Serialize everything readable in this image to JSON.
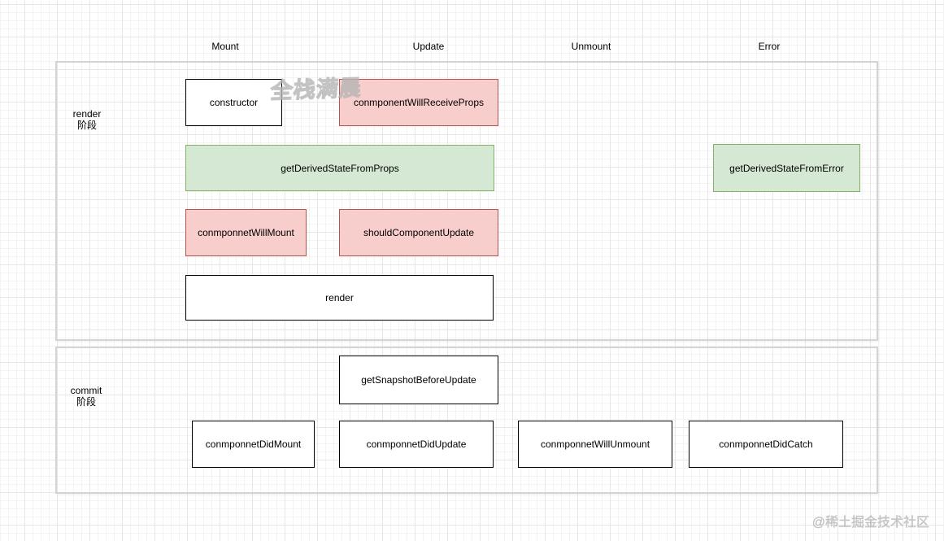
{
  "columns": [
    {
      "label": "Mount"
    },
    {
      "label": "Update"
    },
    {
      "label": "Unmount"
    },
    {
      "label": "Error"
    }
  ],
  "phases": {
    "render": {
      "line1": "render",
      "line2": "阶段"
    },
    "commit": {
      "line1": "commit",
      "line2": "阶段"
    }
  },
  "boxes": [
    {
      "label": "constructor",
      "style": "white"
    },
    {
      "label": "conmponentWillReceiveProps",
      "style": "red"
    },
    {
      "label": "getDerivedStateFromProps",
      "style": "green"
    },
    {
      "label": "getDerivedStateFromError",
      "style": "green"
    },
    {
      "label": "conmponnetWillMount",
      "style": "red"
    },
    {
      "label": "shouldComponentUpdate",
      "style": "red"
    },
    {
      "label": "render",
      "style": "white"
    },
    {
      "label": "getSnapshotBeforeUpdate",
      "style": "white"
    },
    {
      "label": "conmponnetDidMount",
      "style": "white"
    },
    {
      "label": "conmponnetDidUpdate",
      "style": "white"
    },
    {
      "label": "conmponnetWillUnmount",
      "style": "white"
    },
    {
      "label": "conmponnetDidCatch",
      "style": "white"
    }
  ],
  "watermarks": {
    "center": "全栈满晨",
    "corner": "@稀土掘金技术社区"
  },
  "colors": {
    "red_fill": "#f8cecc",
    "red_border": "#b85450",
    "green_fill": "#d5e8d4",
    "green_border": "#82b366",
    "white_fill": "#ffffff",
    "white_border": "#000000",
    "container_border": "#d4d4d4"
  }
}
